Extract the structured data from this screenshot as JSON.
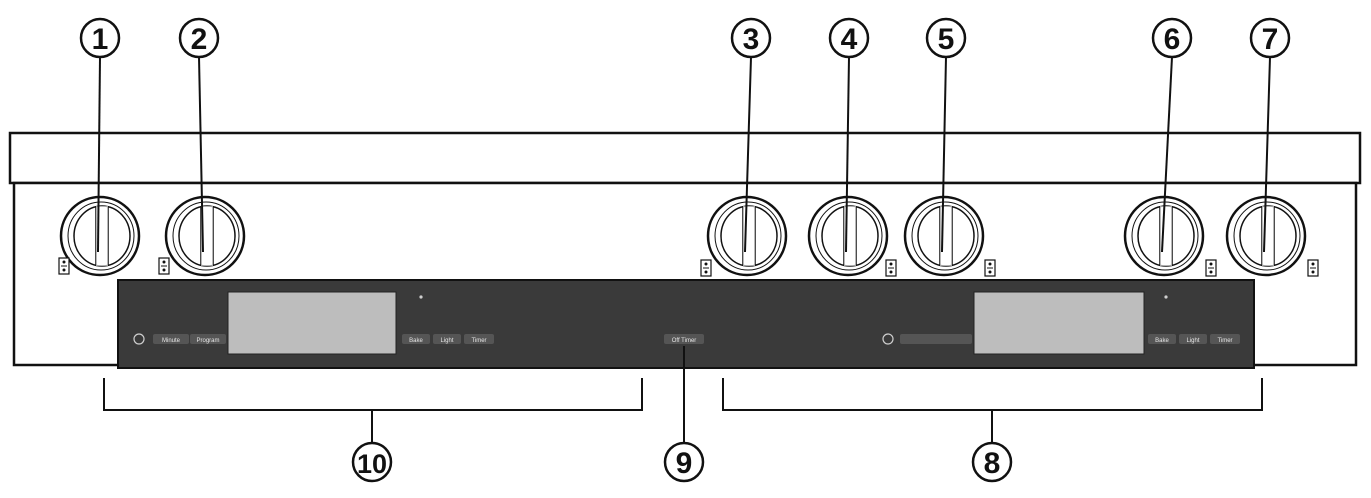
{
  "callouts": [
    "1",
    "2",
    "3",
    "4",
    "5",
    "6",
    "7",
    "8",
    "9",
    "10"
  ],
  "left_panel": {
    "buttons": [
      "Minute",
      "Program"
    ],
    "right_buttons": [
      "Bake",
      "Light",
      "Timer"
    ]
  },
  "center_button": "Off Timer",
  "right_panel": {
    "right_buttons": [
      "Bake",
      "Light",
      "Timer"
    ]
  },
  "colors": {
    "panel": "#3a3a3a",
    "display": "#bdbdbd",
    "line": "#111111"
  }
}
